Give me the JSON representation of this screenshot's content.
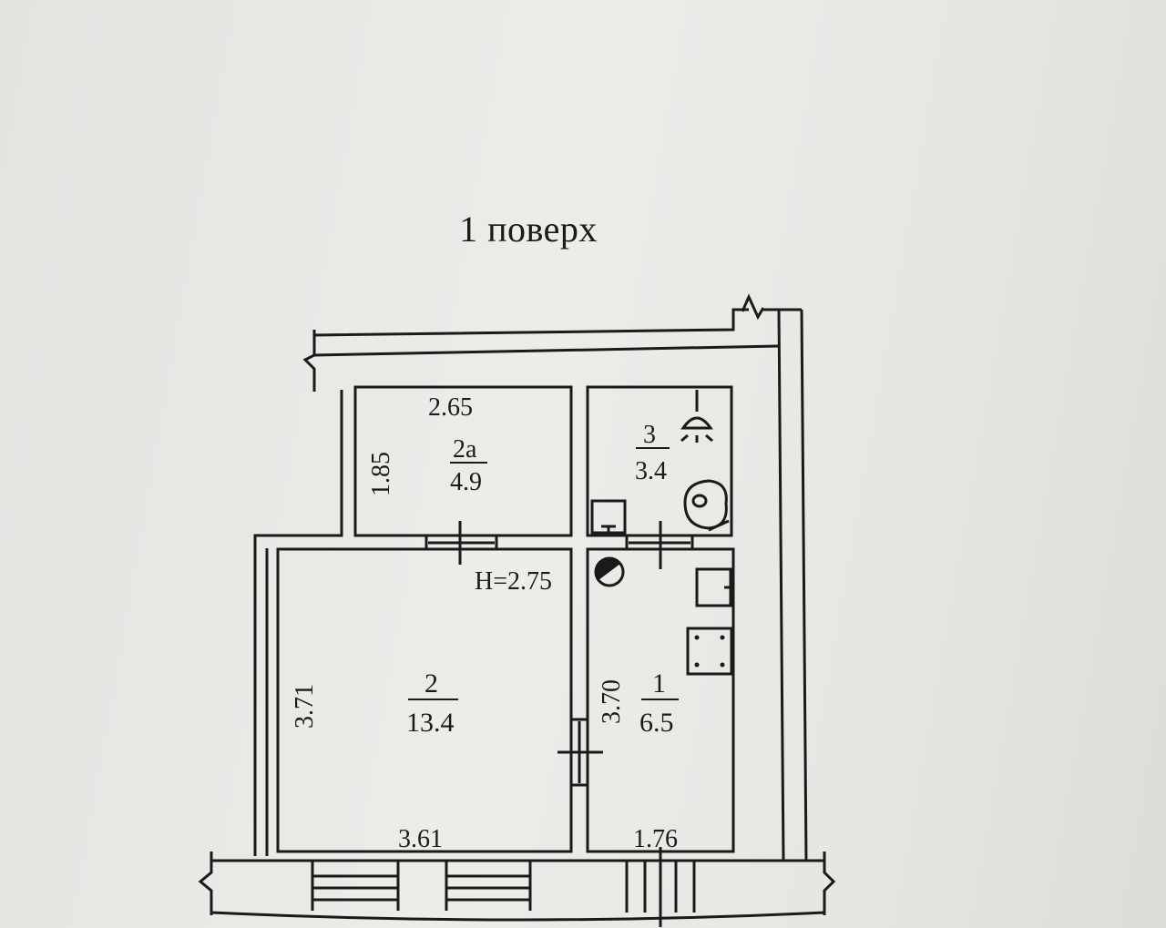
{
  "floor_title": "1 поверх",
  "height_label": "H=2.75",
  "rooms": [
    {
      "number": "2а",
      "area": "4.9",
      "width": "2.65",
      "depth": "1.85"
    },
    {
      "number": "3",
      "area": "3.4"
    },
    {
      "number": "2",
      "area": "13.4",
      "width": "3.61",
      "depth": "3.71"
    },
    {
      "number": "1",
      "area": "6.5",
      "width": "1.76",
      "depth": "3.70"
    }
  ]
}
